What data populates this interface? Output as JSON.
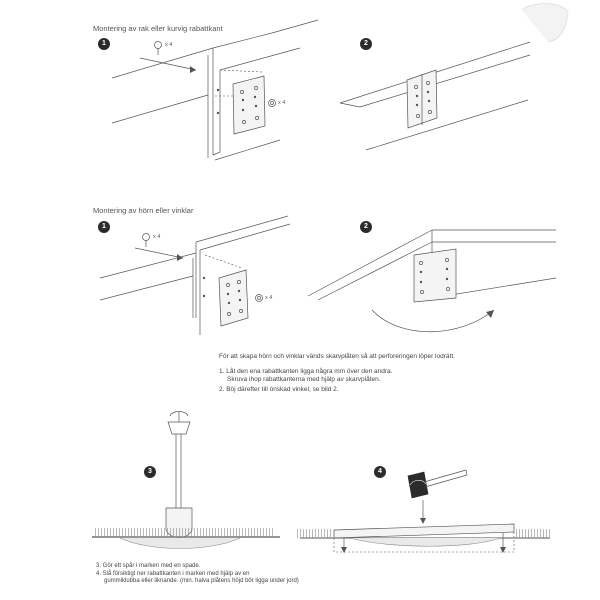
{
  "section1": {
    "title": "Montering av rak eller kurvig rabattkant",
    "step1": {
      "number": "1",
      "screw_label": "x 4",
      "bolt_label": "x 4"
    },
    "step2": {
      "number": "2"
    }
  },
  "section2": {
    "title": "Montering av hörn eller vinklar",
    "step1": {
      "number": "1",
      "screw_label": "x 4",
      "bolt_label": "x 4"
    },
    "step2": {
      "number": "2"
    }
  },
  "corner_instructions": {
    "intro": "För att skapa hörn och vinklar vänds skarvplåten så att perforeringen löper lodrätt.",
    "item1_line1": "1.  Låt den ena rabattkanten ligga några mm över den andra.",
    "item1_line2": "Skruva ihop rabattkanterna med hjälp av skarvplåten.",
    "item2": "2.  Böj därefter till önskad vinkel, se bild 2."
  },
  "install_steps": {
    "step3": {
      "number": "3"
    },
    "step4": {
      "number": "4"
    }
  },
  "footer_notes": {
    "item3": "3.  Gör ett spår i marken med en spade.",
    "item4_line1": "4.  Slå försiktigt ner rabattkanten i marken med hjälp av en",
    "item4_line2": "gummiklubba eller liknande. (min. halva plåtens höjd bör ligga under jord)"
  },
  "colors": {
    "ink": "#444444",
    "step_badge": "#2b2b2b",
    "plate": "#f4f4f4"
  }
}
